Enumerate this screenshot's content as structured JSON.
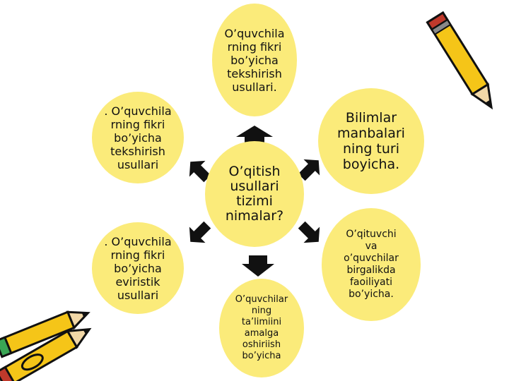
{
  "colors": {
    "node_fill": "#fbeb7a",
    "arrow": "#111111",
    "pencil_body": "#f5c518"
  },
  "icons": {
    "pencil_top_right": "pencil-icon",
    "pencils_bottom_left": "pencils-icon"
  },
  "nodes": {
    "center": "O’qitish\nusullari\ntizimi\nnimalar?",
    "top": "O’quvchila\nrning fikri\nbo’yicha\ntekshirish\nusullari.",
    "left1": ". O’quvchila\nrning fikri\nbo’yicha\ntekshirish\nusullari",
    "left2": ". O’quvchila\nrning fikri\nbo’yicha\neviristik\nusullari",
    "right1": "Bilimlar\nmanbalari\nning turi\nboyicha.",
    "right2": "O’qituvchi\nva\no’quvchilar\nbirgalikda\nfaoiliyati\nbo’yicha.",
    "bottom": "O’quvchilar\nning\nta’limiini\namalga\noshiriish\nbo’yicha"
  }
}
